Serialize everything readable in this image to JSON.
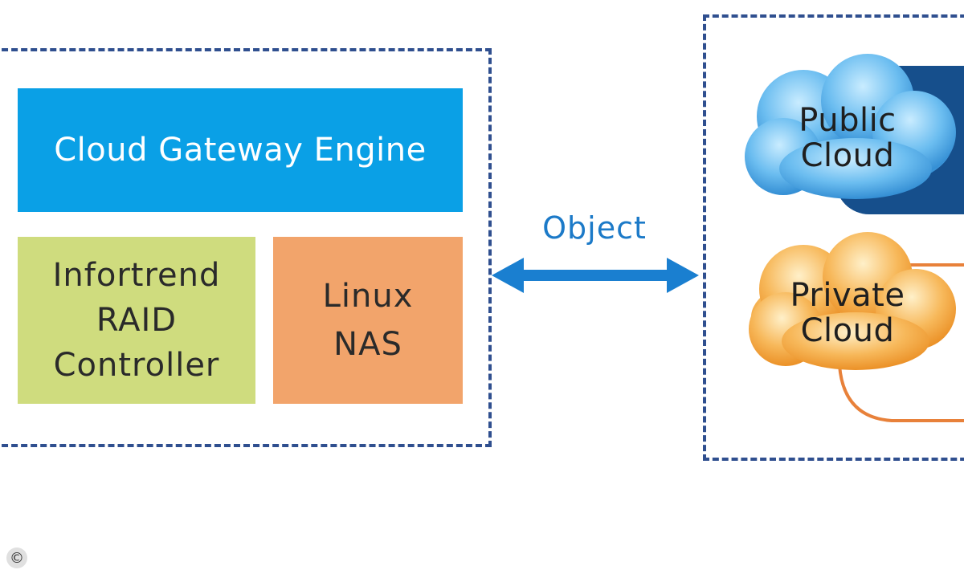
{
  "engine": {
    "label": "Cloud Gateway Engine"
  },
  "raid": {
    "label": "Infortrend\nRAID\nController"
  },
  "nas": {
    "label": "Linux\nNAS"
  },
  "connector": {
    "label": "Object"
  },
  "clouds": {
    "public": {
      "label": "Public\nCloud"
    },
    "private": {
      "label": "Private\nCloud"
    }
  },
  "copyright": {
    "symbol": "©"
  },
  "colors": {
    "engine": "#0aa0e6",
    "raid": "#cfdc7e",
    "nas": "#f2a46b",
    "arrow": "#1a7fd0",
    "dashed_border": "#2f4f8f",
    "public_cloud": "#4aa6e0",
    "private_cloud": "#f2a24a"
  }
}
